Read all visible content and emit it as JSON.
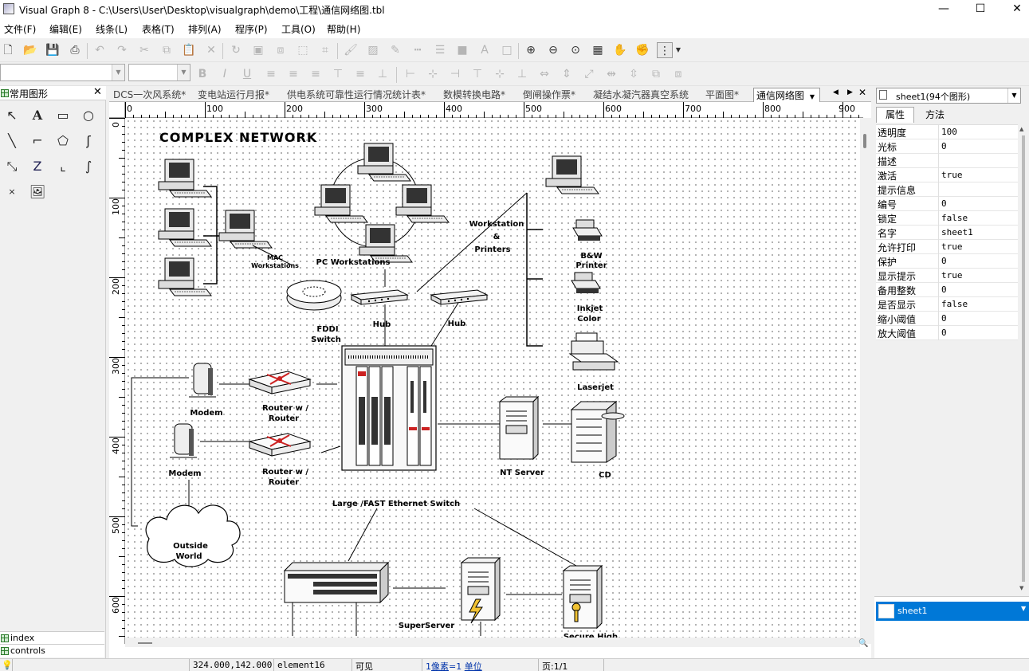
{
  "window": {
    "title": "Visual Graph 8 - C:\\Users\\User\\Desktop\\visualgraph\\demo\\工程\\通信网络图.tbl",
    "minimize": "—",
    "maximize": "☐",
    "close": "✕"
  },
  "menu": [
    "文件(F)",
    "编辑(E)",
    "线条(L)",
    "表格(T)",
    "排列(A)",
    "程序(P)",
    "工具(O)",
    "帮助(H)"
  ],
  "left_panel": {
    "title": "常用图形",
    "close": "✕",
    "bottom_items": [
      "index",
      "controls"
    ]
  },
  "tabs": {
    "items": [
      "DCS一次风系统*",
      "变电站运行月报*",
      "供电系统可靠性运行情况统计表*",
      "数模转换电路*",
      "倒闸操作票*",
      "凝结水凝汽器真空系统",
      "平面图*",
      "通信网络图"
    ],
    "active_index": 7,
    "nav_prev": "◀",
    "nav_next": "▶",
    "close": "✕"
  },
  "ruler": {
    "h_labels": [
      "0",
      "100",
      "200",
      "300",
      "400",
      "500",
      "600",
      "700",
      "800",
      "900"
    ],
    "v_labels": [
      "0",
      "100",
      "200",
      "300",
      "400",
      "500",
      "600"
    ]
  },
  "drawing": {
    "title": "COMPLEX NETWORK",
    "labels": {
      "mac_workstations_1": "MAC",
      "mac_workstations_2": "Workstations",
      "pc_workstations": "PC Workstations",
      "workstation_printers_1": "Workstation",
      "workstation_printers_2": "&",
      "workstation_printers_3": "Printers",
      "bw_printer_1": "B&W",
      "bw_printer_2": "Printer",
      "inkjet_1": "Inkjet",
      "inkjet_2": "Color",
      "laserjet": "Laserjet",
      "fddi_1": "FDDI",
      "fddi_2": "Switch",
      "hub1": "Hub",
      "hub2": "Hub",
      "modem1": "Modem",
      "modem2": "Modem",
      "router1_1": "Router w /",
      "router1_2": "Router",
      "router2_1": "Router w /",
      "router2_2": "Router",
      "nt_server": "NT Server",
      "cd": "CD",
      "ethernet_switch": "Large /FAST Ethernet Switch",
      "outside_1": "Outside",
      "outside_2": "World",
      "superserver": "SuperServer",
      "secure_high": "Secure High"
    }
  },
  "right_panel": {
    "object_combo": "sheet1(94个图形)",
    "tabs": [
      "属性",
      "方法"
    ],
    "active_tab": 0,
    "properties": [
      {
        "key": "透明度",
        "value": "100"
      },
      {
        "key": "光标",
        "value": "0"
      },
      {
        "key": "描述",
        "value": ""
      },
      {
        "key": "激活",
        "value": "true"
      },
      {
        "key": "提示信息",
        "value": ""
      },
      {
        "key": "编号",
        "value": "0"
      },
      {
        "key": "锁定",
        "value": "false"
      },
      {
        "key": "名字",
        "value": "sheet1"
      },
      {
        "key": "允许打印",
        "value": "true"
      },
      {
        "key": "保护",
        "value": "0"
      },
      {
        "key": "显示提示",
        "value": "true"
      },
      {
        "key": "备用整数",
        "value": "0"
      },
      {
        "key": "是否显示",
        "value": "false"
      },
      {
        "key": "缩小阈值",
        "value": "0"
      },
      {
        "key": "放大阈值",
        "value": "0"
      }
    ],
    "sheet_list": [
      "sheet1"
    ]
  },
  "status": {
    "coords": "324.000,142.000",
    "element": "element16",
    "visibility": "可见",
    "unit_prefix": "1",
    "unit_pixel": "像素",
    "unit_eq": "=1",
    "unit_word": "单位",
    "page": "页:1/1"
  },
  "colors": {
    "selection_blue": "#0078d7",
    "router_red": "#cc2222",
    "cloud_fill": "#ffffff"
  }
}
